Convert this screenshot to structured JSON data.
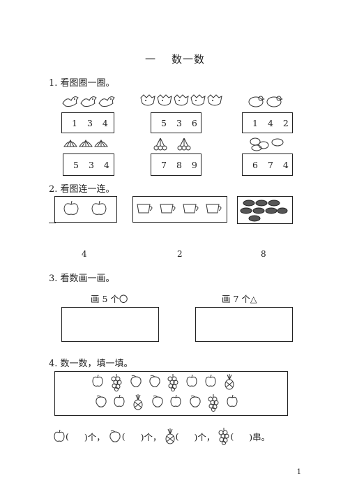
{
  "title": {
    "part1": "一",
    "part2": "数一数"
  },
  "q1": {
    "label": "1. 看图圈一圈。",
    "row1": [
      {
        "icon": "bird-icon",
        "count": 3,
        "choices": [
          "1",
          "3",
          "4"
        ]
      },
      {
        "icon": "fish-icon",
        "count": 5,
        "choices": [
          "5",
          "3",
          "6"
        ]
      },
      {
        "icon": "chick-icon",
        "count": 2,
        "choices": [
          "1",
          "4",
          "2"
        ]
      }
    ],
    "row2": [
      {
        "icon": "shell-icon",
        "count": 3,
        "choices": [
          "5",
          "3",
          "4"
        ]
      },
      {
        "icon": "cherry-icon",
        "count": 2,
        "choices": [
          "7",
          "8",
          "9"
        ]
      },
      {
        "icon": "potato-icon",
        "count": 4,
        "choices": [
          "6",
          "7",
          "4"
        ]
      }
    ]
  },
  "q2": {
    "label": "2. 看图连一连。",
    "groups": [
      {
        "icon": "apple-icon",
        "count": 2
      },
      {
        "icon": "cup-icon",
        "count": 4
      },
      {
        "icon": "bean-icon",
        "count": 8
      }
    ],
    "numbers": [
      "4",
      "2",
      "8"
    ]
  },
  "q3": {
    "label": "3. 看数画一画。",
    "draw": [
      {
        "text": "画 5 个〇"
      },
      {
        "text": "画 7 个△"
      }
    ]
  },
  "q4": {
    "label": "4. 数一数，填一填。",
    "row1": [
      "apple",
      "grape",
      "peach",
      "peach",
      "grape",
      "apple",
      "apple",
      "pineapple"
    ],
    "row2": [
      "peach",
      "apple",
      "pineapple",
      "peach",
      "apple",
      "peach",
      "grape",
      "apple"
    ],
    "blanks": [
      {
        "icon": "apple-icon",
        "open": "(",
        "close": ")个，"
      },
      {
        "icon": "peach-icon",
        "open": "(",
        "close": ")个，"
      },
      {
        "icon": "pineapple-icon",
        "open": "(",
        "close": ")个，"
      },
      {
        "icon": "grape-icon",
        "open": "(",
        "close": ")串。"
      }
    ]
  },
  "page_number": "1"
}
